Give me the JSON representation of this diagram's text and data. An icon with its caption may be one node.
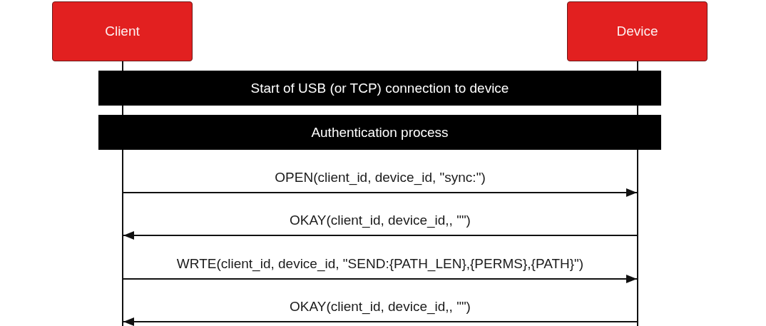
{
  "diagram": {
    "nodes": [
      {
        "text": [
          "Client"
        ]
      },
      {
        "text": [
          "Device"
        ]
      },
      {
        "text": [],
        "shape": "line"
      },
      {
        "text": [],
        "shape": "line"
      },
      {
        "text": [
          "Start of USB (or TCP) connection to device"
        ]
      },
      {
        "text": [
          "Authentication process"
        ]
      }
    ],
    "edges": [
      {
        "from": 2,
        "to": 3,
        "arrow": "to",
        "label": "OPEN(client_id, device_id, \"sync:\")"
      },
      {
        "from": 3,
        "to": 2,
        "arrow": "to",
        "label": "OKAY(client_id, device_id,, \"\")"
      },
      {
        "from": 2,
        "to": 3,
        "arrow": "to",
        "label": "WRTE(client_id, device_id, \"SEND:{PATH_LEN},{PERMS},{PATH}\")"
      },
      {
        "from": 3,
        "to": 2,
        "arrow": "to",
        "label": "OKAY(client_id, device_id,, \"\")"
      }
    ]
  }
}
